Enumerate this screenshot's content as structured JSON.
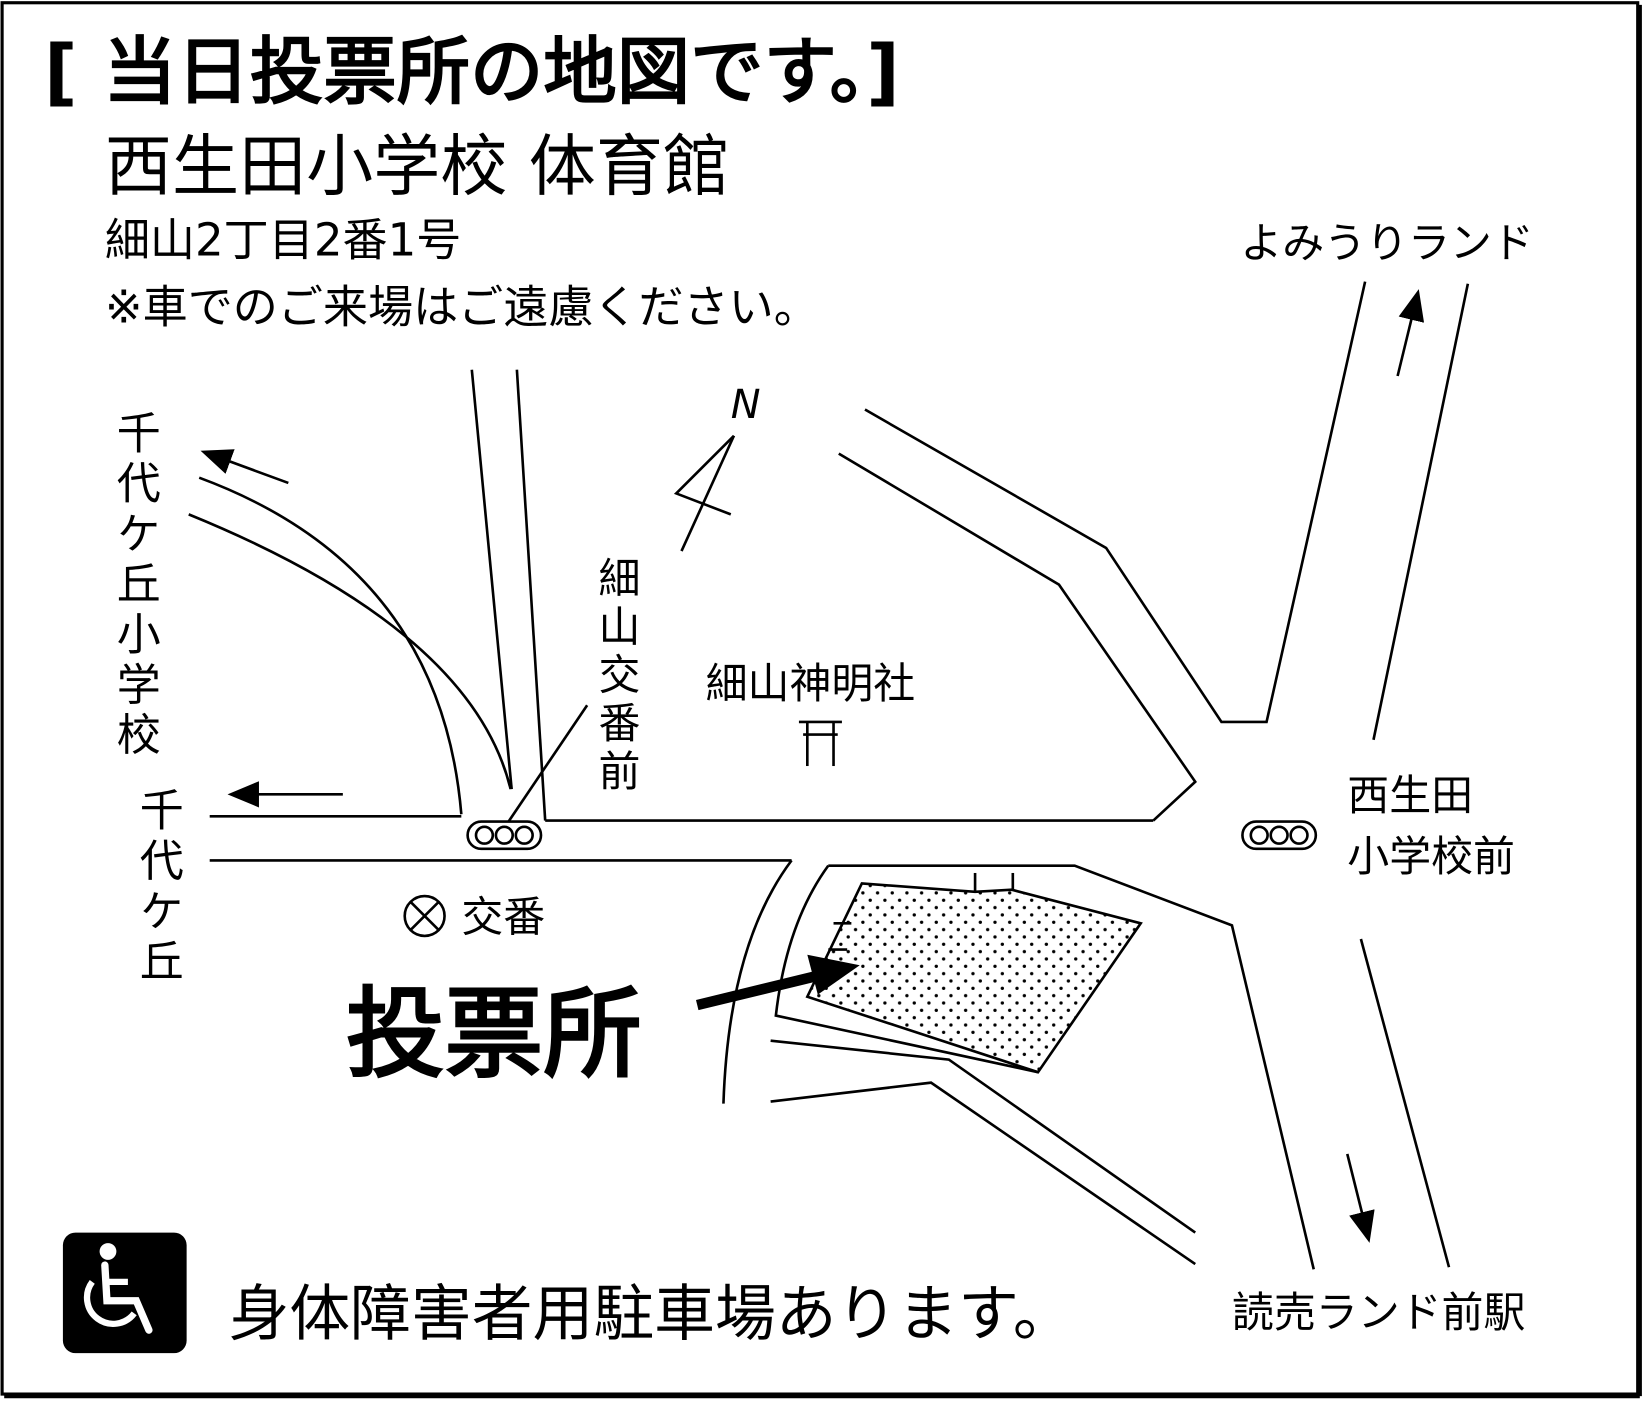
{
  "header": {
    "title": "[ 当日投票所の地図です。]",
    "venue": "西生田小学校  体育館",
    "address": "細山2丁目2番1号",
    "notice": "※車でのご来場はご遠慮ください。"
  },
  "labels": {
    "yomiuriland": "よみうりランド",
    "chiyogaoka_school": "千代ケ丘小学校",
    "chiyogaoka": "千代ケ丘",
    "hosoyama_koban_mae": "細山交番前",
    "shrine": "細山神明社",
    "north": "N",
    "nishiikuta_school_mae_1": "西生田",
    "nishiikuta_school_mae_2": "小学校前",
    "koban": "交番",
    "polling_place": "投票所",
    "station": "読売ランド前駅"
  },
  "footer": {
    "accessible_parking": "身体障害者用駐車場あります。"
  },
  "icons": [
    "wheelchair-icon",
    "traffic-light-icon",
    "police-box-icon",
    "shrine-icon",
    "north-arrow-icon"
  ]
}
